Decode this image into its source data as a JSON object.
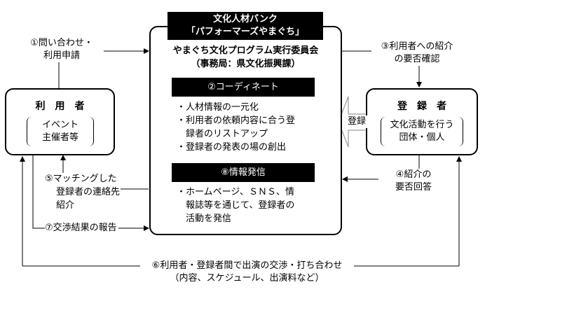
{
  "bank": {
    "title": "文化人材バンク",
    "subtitle": "「パフォーマーズやまぐち」"
  },
  "committee": {
    "name": "やまぐち文化プログラム実行委員会",
    "secretariat": "（事務局：県文化振興課）",
    "coordinate_header": "②コーディネート",
    "coordinate_items": [
      "・人材情報の一元化",
      "・利用者の依頼内容に合う登",
      "　録者のリストアップ",
      "・登録者の発表の場の創出"
    ],
    "info_header": "⑧情報発信",
    "info_items": [
      "・ホームページ、ＳＮＳ、情",
      "　報誌等を通じて、登録者の",
      "　活動を発信"
    ]
  },
  "user": {
    "title": "利　用　者",
    "detail_line1": "イベント",
    "detail_line2": "主催者等"
  },
  "registrant": {
    "title": "登　録　者",
    "detail_line1": "文化活動を行う",
    "detail_line2": "団体・個人"
  },
  "flows": {
    "step1_line1": "①問い合わせ・",
    "step1_line2": "利用申請",
    "step3_line1": "③利用者への紹介",
    "step3_line2": "の要否確認",
    "registration": "登録",
    "step4_line1": "④紹介の",
    "step4_line2": "要否回答",
    "step5_line1": "⑤マッチングした",
    "step5_line2": "登録者の連絡先",
    "step5_line3": "紹介",
    "step7": "⑦交渉結果の報告",
    "step6_line1": "⑥利用者・登録者間で出演の交渉・打ち合わせ",
    "step6_line2": "（内容、スケジュール、出演料など）"
  }
}
